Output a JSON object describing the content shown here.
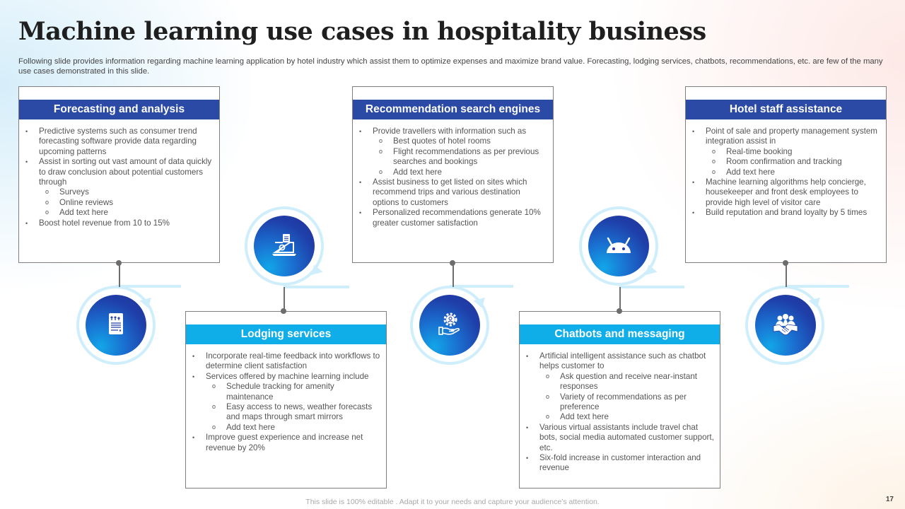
{
  "slide": {
    "title": "Machine learning use cases in hospitality business",
    "subtitle": "Following slide provides information regarding machine learning application by hotel industry which assist them to optimize expenses and maximize brand value. Forecasting, lodging services, chatbots, recommendations, etc. are few of the many use cases demonstrated in this slide.",
    "footer": "This slide is 100% editable . Adapt it to your needs and capture your audience’s attention.",
    "page_number": "17"
  },
  "colors": {
    "header_dark": "#2b4aa6",
    "header_light": "#10aee8",
    "ring": "#cfeefc",
    "icon_gradient_start": "#12a6e8",
    "icon_gradient_end": "#22349a"
  },
  "cards": [
    {
      "title": "Forecasting and analysis",
      "icon": "document-report-icon",
      "items": [
        {
          "text": "Predictive systems such as consumer trend forecasting software provide data regarding upcoming patterns",
          "sub": []
        },
        {
          "text": "Assist in sorting out vast amount of data quickly to draw conclusion about potential customers through",
          "sub": [
            "Surveys",
            "Online reviews",
            "Add text here"
          ]
        },
        {
          "text": "Boost hotel revenue from 10 to 15%",
          "sub": []
        }
      ]
    },
    {
      "title": "Lodging services",
      "icon": "laptop-search-icon",
      "items": [
        {
          "text": "Incorporate real-time feedback into workflows to determine client satisfaction",
          "sub": []
        },
        {
          "text": "Services offered by machine learning include",
          "sub": [
            "Schedule tracking for amenity maintenance",
            "Easy access to news, weather forecasts and maps through smart mirrors",
            "Add text here"
          ]
        },
        {
          "text": "Improve guest experience and increase net revenue by 20%",
          "sub": []
        }
      ]
    },
    {
      "title": "Recommendation search engines",
      "icon": "hand-gear-user-icon",
      "items": [
        {
          "text": "Provide travellers with information such as",
          "sub": [
            "Best quotes of hotel rooms",
            "Flight recommendations as per previous searches and bookings",
            "Add text here"
          ]
        },
        {
          "text": "Assist business to get listed on sites which recommend trips and various destination options to customers",
          "sub": []
        },
        {
          "text": "Personalized recommendations generate 10% greater customer satisfaction",
          "sub": []
        }
      ]
    },
    {
      "title": "Chatbots and messaging",
      "icon": "android-robot-icon",
      "items": [
        {
          "text": "Artificial intelligent assistance such as chatbot helps customer to",
          "sub": [
            "Ask question and receive near-instant responses",
            "Variety  of recommendations as per preference",
            "Add text here"
          ]
        },
        {
          "text": "Various virtual assistants include travel chat bots, social media automated customer support, etc.",
          "sub": []
        },
        {
          "text": "Six-fold increase in customer interaction and revenue",
          "sub": []
        }
      ]
    },
    {
      "title": "Hotel staff assistance",
      "icon": "team-handshake-icon",
      "items": [
        {
          "text": "Point of sale and property management system integration assist in",
          "sub": [
            "Real-time booking",
            "Room confirmation and tracking",
            "Add text here"
          ]
        },
        {
          "text": "Machine learning algorithms help concierge, housekeeper and front desk employees to provide high level of visitor care",
          "sub": []
        },
        {
          "text": "Build reputation and brand loyalty  by 5 times",
          "sub": []
        }
      ]
    }
  ]
}
